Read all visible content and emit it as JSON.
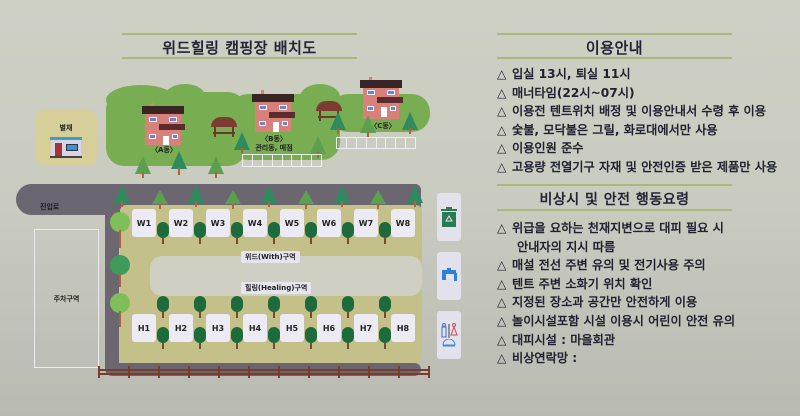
{
  "map": {
    "title": "위드힐링 캠핑장 배치도",
    "buildings": {
      "annex": "별채",
      "a": "〈A동〉",
      "b": "〈B동〉",
      "b_sub": "관리동, 매점",
      "c": "〈C동〉"
    },
    "roads": {
      "entrance": "진입로",
      "parking": "주차구역"
    },
    "zones": {
      "with": "위드(With)구역",
      "healing": "힐링(Healing)구역"
    },
    "with_sites": [
      "W1",
      "W2",
      "W3",
      "W4",
      "W5",
      "W6",
      "W7",
      "W8"
    ],
    "healing_sites": [
      "H1",
      "H2",
      "H3",
      "H4",
      "H5",
      "H6",
      "H7",
      "H8"
    ],
    "facility_icons": [
      "recycling-bin-icon",
      "water-tap-icon",
      "restroom-shower-icon"
    ],
    "colors": {
      "grass": "#79ad52",
      "road": "#6b6670",
      "zone": "#c3c08a",
      "house_wall": "#d8807a",
      "roof": "#3a2526",
      "tree": "#2f8a60"
    }
  },
  "usage": {
    "title": "이용안내",
    "bullet": "△",
    "items": [
      "입실 13시, 퇴실 11시",
      "매너타임(22시~07시)",
      "이용전 텐트위치 배정 및 이용안내서 수령 후 이용",
      "숯불, 모닥불은 그릴, 화로대에서만 사용",
      "이용인원 준수",
      "고용량 전열기구 자재 및 안전인증 받은 제품만 사용"
    ]
  },
  "emergency": {
    "title": "비상시 및 안전 행동요령",
    "bullet": "△",
    "items": [
      "위급을 요하는 천재지변으로 대피 필요 시",
      "매설 전선 주변 유의 및 전기사용 주의",
      "텐트 주변 소화기 위치 확인",
      "지정된 장소과 공간만 안전하게 이용",
      "놀이시설포함 시설 이용시 어린이 안전 유의",
      "대피시설 : 마을회관",
      "비상연락망 :"
    ],
    "continuation": "안내자의 지시 따름"
  }
}
